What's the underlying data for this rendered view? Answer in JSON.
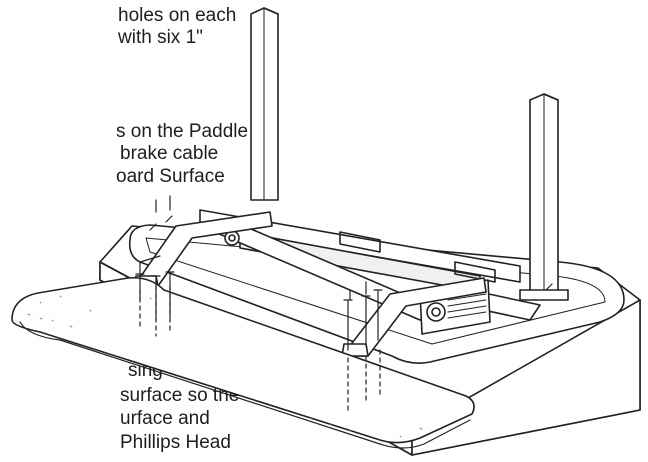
{
  "instructions": {
    "line1": "holes on each",
    "line2": "with six 1\"",
    "line3": "s on the Paddle",
    "line4": "brake cable",
    "line5": "oard Surface",
    "line6": "sing",
    "line7": "surface so the",
    "line8": "urface and",
    "line9": "Phillips Head"
  }
}
